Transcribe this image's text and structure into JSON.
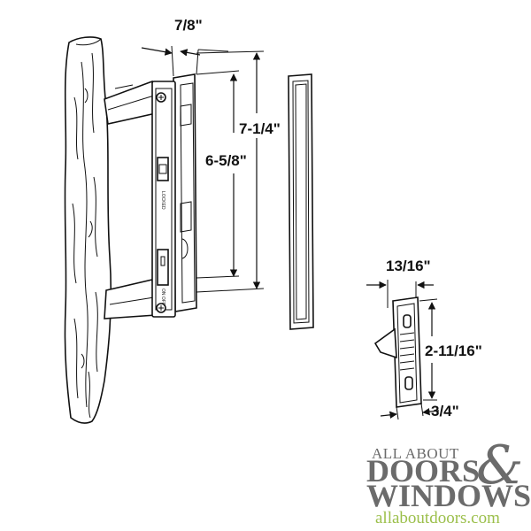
{
  "dimensions": {
    "handle_width": "7/8\"",
    "hole_spacing": "6-5/8\"",
    "overall_height": "7-1/4\"",
    "keeper_width": "13/16\"",
    "keeper_height": "2-11/16\"",
    "keeper_depth": "3/4\""
  },
  "lock_labels": {
    "locked": "LOCKED",
    "on_off": "ON OFF"
  },
  "logo": {
    "line1": "ALL ABOUT",
    "line2": "DOORS",
    "ampersand": "&",
    "line3": "WINDOWS",
    "url": "allaboutdoors.com"
  },
  "colors": {
    "line_art": "#111111",
    "logo_gray": "#6b6b6b",
    "logo_green": "#9bbf4a"
  }
}
